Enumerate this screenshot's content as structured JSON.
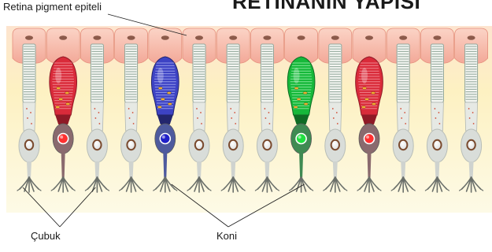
{
  "title": "RETİNANIN YAPISI",
  "labels": {
    "rpe": "Retina pigment epiteli",
    "rod": "Çubuk",
    "cone": "Koni"
  },
  "cells": [
    {
      "type": "rod"
    },
    {
      "type": "cone",
      "color": "red"
    },
    {
      "type": "rod"
    },
    {
      "type": "rod"
    },
    {
      "type": "cone",
      "color": "blue"
    },
    {
      "type": "rod"
    },
    {
      "type": "rod"
    },
    {
      "type": "rod"
    },
    {
      "type": "cone",
      "color": "green"
    },
    {
      "type": "rod"
    },
    {
      "type": "cone",
      "color": "red"
    },
    {
      "type": "rod"
    },
    {
      "type": "rod"
    },
    {
      "type": "rod"
    }
  ],
  "colors": {
    "red": "#d92b3a",
    "blue": "#3d43c4",
    "green": "#16b83a",
    "rpe": "#f6b5a6",
    "rod": "#dde3dd",
    "background": "#fdf3c4"
  }
}
